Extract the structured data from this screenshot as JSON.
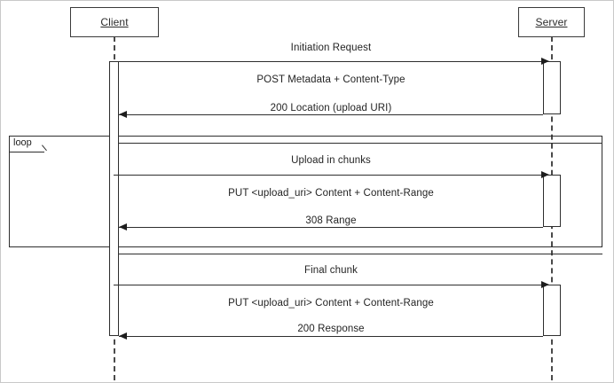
{
  "diagram": {
    "type": "uml-sequence-diagram",
    "participants": [
      {
        "id": "client",
        "label": "Client"
      },
      {
        "id": "server",
        "label": "Server"
      }
    ],
    "fragments": [
      {
        "id": "loop",
        "operator": "loop",
        "label": "loop"
      }
    ],
    "groups": [
      {
        "id": "initiation",
        "note": "Initiation Request",
        "request": "POST Metadata + Content-Type",
        "response": "200 Location (upload URI)"
      },
      {
        "id": "chunks",
        "note": "Upload in chunks",
        "request": "PUT <upload_uri> Content + Content-Range",
        "response": "308 Range"
      },
      {
        "id": "final",
        "note": "Final chunk",
        "request": "PUT <upload_uri> Content + Content-Range",
        "response": "200 Response"
      }
    ]
  }
}
